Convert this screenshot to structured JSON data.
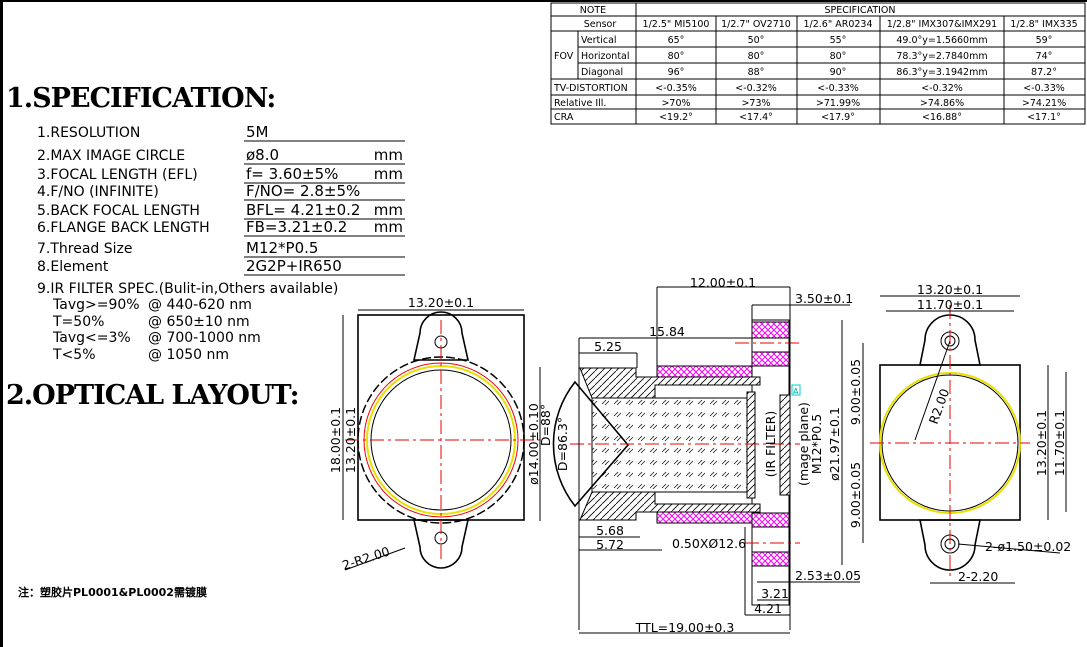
{
  "headings": {
    "spec": "1.SPECIFICATION:",
    "optical": "2.OPTICAL LAYOUT:"
  },
  "specs": [
    {
      "label": "1.RESOLUTION",
      "value": "5M",
      "unit": ""
    },
    {
      "label": "2.MAX  IMAGE  CIRCLE",
      "value": "ø8.0",
      "unit": "mm"
    },
    {
      "label": "3.FOCAL  LENGTH  (EFL)",
      "value": "f= 3.60±5%",
      "unit": "mm"
    },
    {
      "label": "4.F/NO  (INFINITE)",
      "value": "F/NO= 2.8±5%",
      "unit": ""
    },
    {
      "label": "5.BACK  FOCAL  LENGTH",
      "value": "BFL= 4.21±0.2",
      "unit": "mm"
    },
    {
      "label": "6.FLANGE  BACK  LENGTH",
      "value": "FB=3.21±0.2",
      "unit": "mm"
    },
    {
      "label": "7.Thread  Size",
      "value": "M12*P0.5",
      "unit": ""
    },
    {
      "label": "8.Element",
      "value": "2G2P+IR650",
      "unit": ""
    }
  ],
  "ir_filter": {
    "title": "9.IR FILTER SPEC.(Bulit-in,Others available)",
    "lines": [
      {
        "cond": "Tavg>=90%",
        "range": "@ 440-620 nm"
      },
      {
        "cond": "T=50%",
        "range": "@ 650±10 nm"
      },
      {
        "cond": "Tavg<=3%",
        "range": "@ 700-1000 nm"
      },
      {
        "cond": "T<5%",
        "range": "@ 1050 nm"
      }
    ]
  },
  "note": "注：塑胶片PL0001&PL0002需镀膜",
  "table": {
    "note_header": "NOTE",
    "spec_header": "SPECIFICATION",
    "sensor_label": "Sensor",
    "sensors": [
      "1/2.5\"  MI5100",
      "1/2.7\"  OV2710",
      "1/2.6\"  AR0234",
      "1/2.8\"  IMX307&IMX291",
      "1/2.8\"  IMX335"
    ],
    "fov_label": "FOV",
    "rows": [
      {
        "label": "Vertical",
        "values": [
          "65°",
          "50°",
          "55°",
          "49.0°y=1.5660mm",
          "59°"
        ]
      },
      {
        "label": "Horizontal",
        "values": [
          "80°",
          "80°",
          "80°",
          "78.3°y=2.7840mm",
          "74°"
        ]
      },
      {
        "label": "Diagonal",
        "values": [
          "96°",
          "88°",
          "90°",
          "86.3°y=3.1942mm",
          "87.2°"
        ]
      },
      {
        "label": "TV-DISTORTION",
        "values": [
          "<-0.35%",
          "<-0.32%",
          "<-0.33%",
          "<-0.32%",
          "<-0.33%"
        ]
      },
      {
        "label": "Relative Ill.",
        "values": [
          ">70%",
          ">73%",
          ">71.99%",
          ">74.86%",
          ">74.21%"
        ]
      },
      {
        "label": "CRA",
        "values": [
          "<19.2°",
          "<17.4°",
          "<17.9°",
          "<16.88°",
          "<17.1°"
        ]
      }
    ]
  },
  "front_view": {
    "width": "13.20±0.1",
    "height_outer": "18.00±0.1",
    "height_inner": "13.20±0.1",
    "radius": "2-R2.00"
  },
  "section_view": {
    "d_12": "12.00±0.1",
    "d_350": "3.50±0.1",
    "d_1584": "15.84",
    "d_525": "5.25",
    "d_568": "5.68",
    "d_572": "5.72",
    "chamfer": "0.50XØ12.6",
    "d_253": "2.53±0.05",
    "d_321": "3.21",
    "d_421": "4.21",
    "ttl": "TTL=19.00±0.3",
    "dia14": "ø14.00±0.10",
    "fov88": "D=88°",
    "fov863": "D=86.3°",
    "ir": "(IR  FILTER)",
    "image_plane": "(mage  plane)",
    "thread": "M12*P0.5",
    "dia2197": "ø21.97±0.1",
    "half1": "9.00±0.05",
    "half2": "9.00±0.05",
    "datum": "A"
  },
  "back_view": {
    "w1": "13.20±0.1",
    "w2": "11.70±0.1",
    "r": "R2.00",
    "h1": "13.20±0.1",
    "h2": "11.70±0.1",
    "holes": "2-ø1.50±0.02",
    "ear": "2-2.20"
  },
  "colors": {
    "hatch": "#ff00ff",
    "centerline": "#e00000",
    "lens_ring": "#e8e000"
  }
}
